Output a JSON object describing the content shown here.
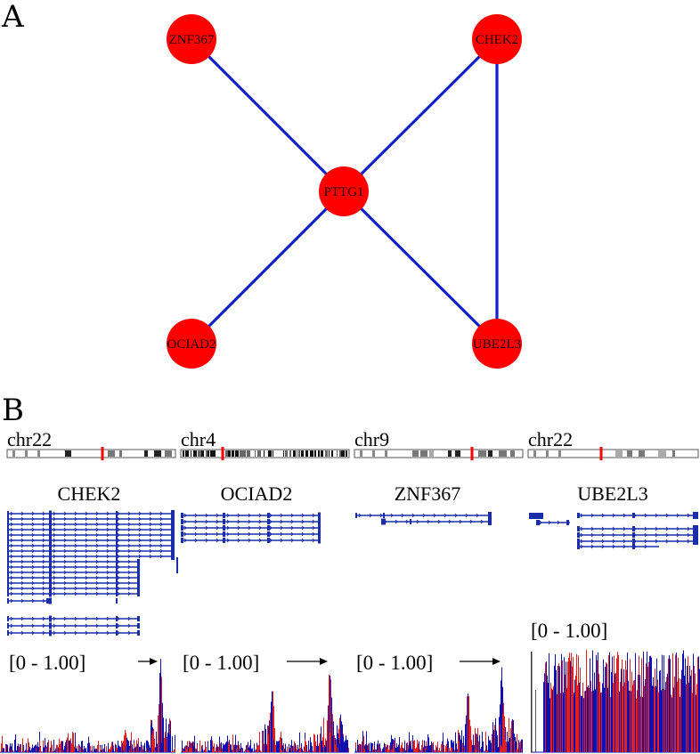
{
  "panels": {
    "a": "A",
    "b": "B"
  },
  "colors": {
    "node": "#ff0000",
    "edge": "#1020c8",
    "gene": "#1a2ea8",
    "cov_blue": "#1010b0",
    "cov_red": "#e02020"
  },
  "network": {
    "nodes": [
      {
        "id": "ZNF367",
        "label": "ZNF367"
      },
      {
        "id": "CHEK2",
        "label": "CHEK2"
      },
      {
        "id": "PTTG1",
        "label": "PTTG1"
      },
      {
        "id": "OCIAD2",
        "label": "OCIAD2"
      },
      {
        "id": "UBE2L3",
        "label": "UBE2L3"
      }
    ],
    "edges": [
      [
        "ZNF367",
        "PTTG1"
      ],
      [
        "CHEK2",
        "PTTG1"
      ],
      [
        "CHEK2",
        "UBE2L3"
      ],
      [
        "PTTG1",
        "OCIAD2"
      ],
      [
        "PTTG1",
        "UBE2L3"
      ]
    ]
  },
  "tracks": [
    {
      "chromosome": "chr22",
      "gene": "CHEK2",
      "range": "[0 - 1.00]"
    },
    {
      "chromosome": "chr4",
      "gene": "OCIAD2",
      "range": "[0 - 1.00]"
    },
    {
      "chromosome": "chr9",
      "gene": "ZNF367",
      "range": "[0 - 1.00]"
    },
    {
      "chromosome": "chr22",
      "gene": "UBE2L3",
      "range": "[0 - 1.00]"
    }
  ]
}
